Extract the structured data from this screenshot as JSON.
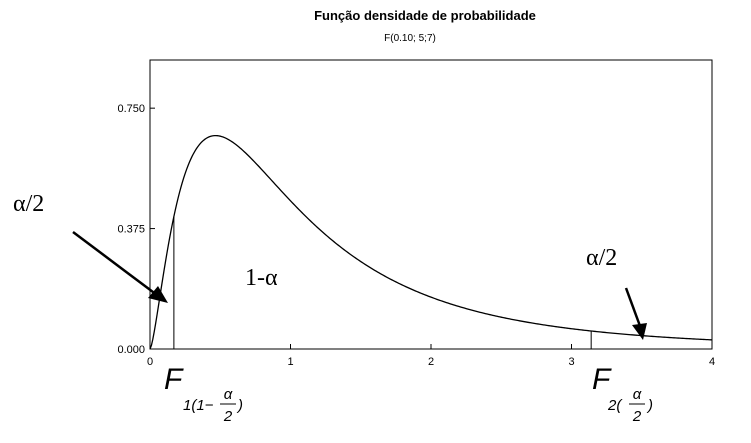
{
  "chart_data": {
    "type": "line",
    "title": "Função densidade de probabilidade",
    "subtitle": "F(0.10; 5;7)",
    "xlim": [
      0,
      4
    ],
    "ylim": [
      0,
      0.9
    ],
    "x_ticks": [
      0,
      1,
      2,
      3,
      4
    ],
    "y_ticks": [
      "0.000",
      "0.375",
      "0.750"
    ],
    "grid": false,
    "distribution": {
      "name": "F",
      "alpha": 0.1,
      "df1": 5,
      "df2": 7
    },
    "series": [
      {
        "x": [
          0,
          0.05,
          0.1,
          0.15,
          0.2,
          0.3,
          0.4,
          0.48,
          0.6,
          0.8,
          1.0,
          1.2,
          1.5,
          2.0,
          2.5,
          3.0,
          3.5,
          4.0
        ],
        "y": [
          0,
          0.11,
          0.26,
          0.39,
          0.48,
          0.62,
          0.68,
          0.69,
          0.67,
          0.58,
          0.48,
          0.38,
          0.26,
          0.14,
          0.085,
          0.055,
          0.037,
          0.026
        ]
      }
    ],
    "critical_values": [
      0.17,
      3.14
    ],
    "annotations": {
      "left_tail": "α/2",
      "center": "1-α",
      "right_tail": "α/2",
      "lower_label": "F",
      "lower_sub_prefix": "1(1−",
      "lower_sub_suffix": ")",
      "upper_label": "F",
      "upper_sub_prefix": "2(",
      "upper_sub_suffix": ")",
      "frac_num": "α",
      "frac_den": "2"
    }
  }
}
